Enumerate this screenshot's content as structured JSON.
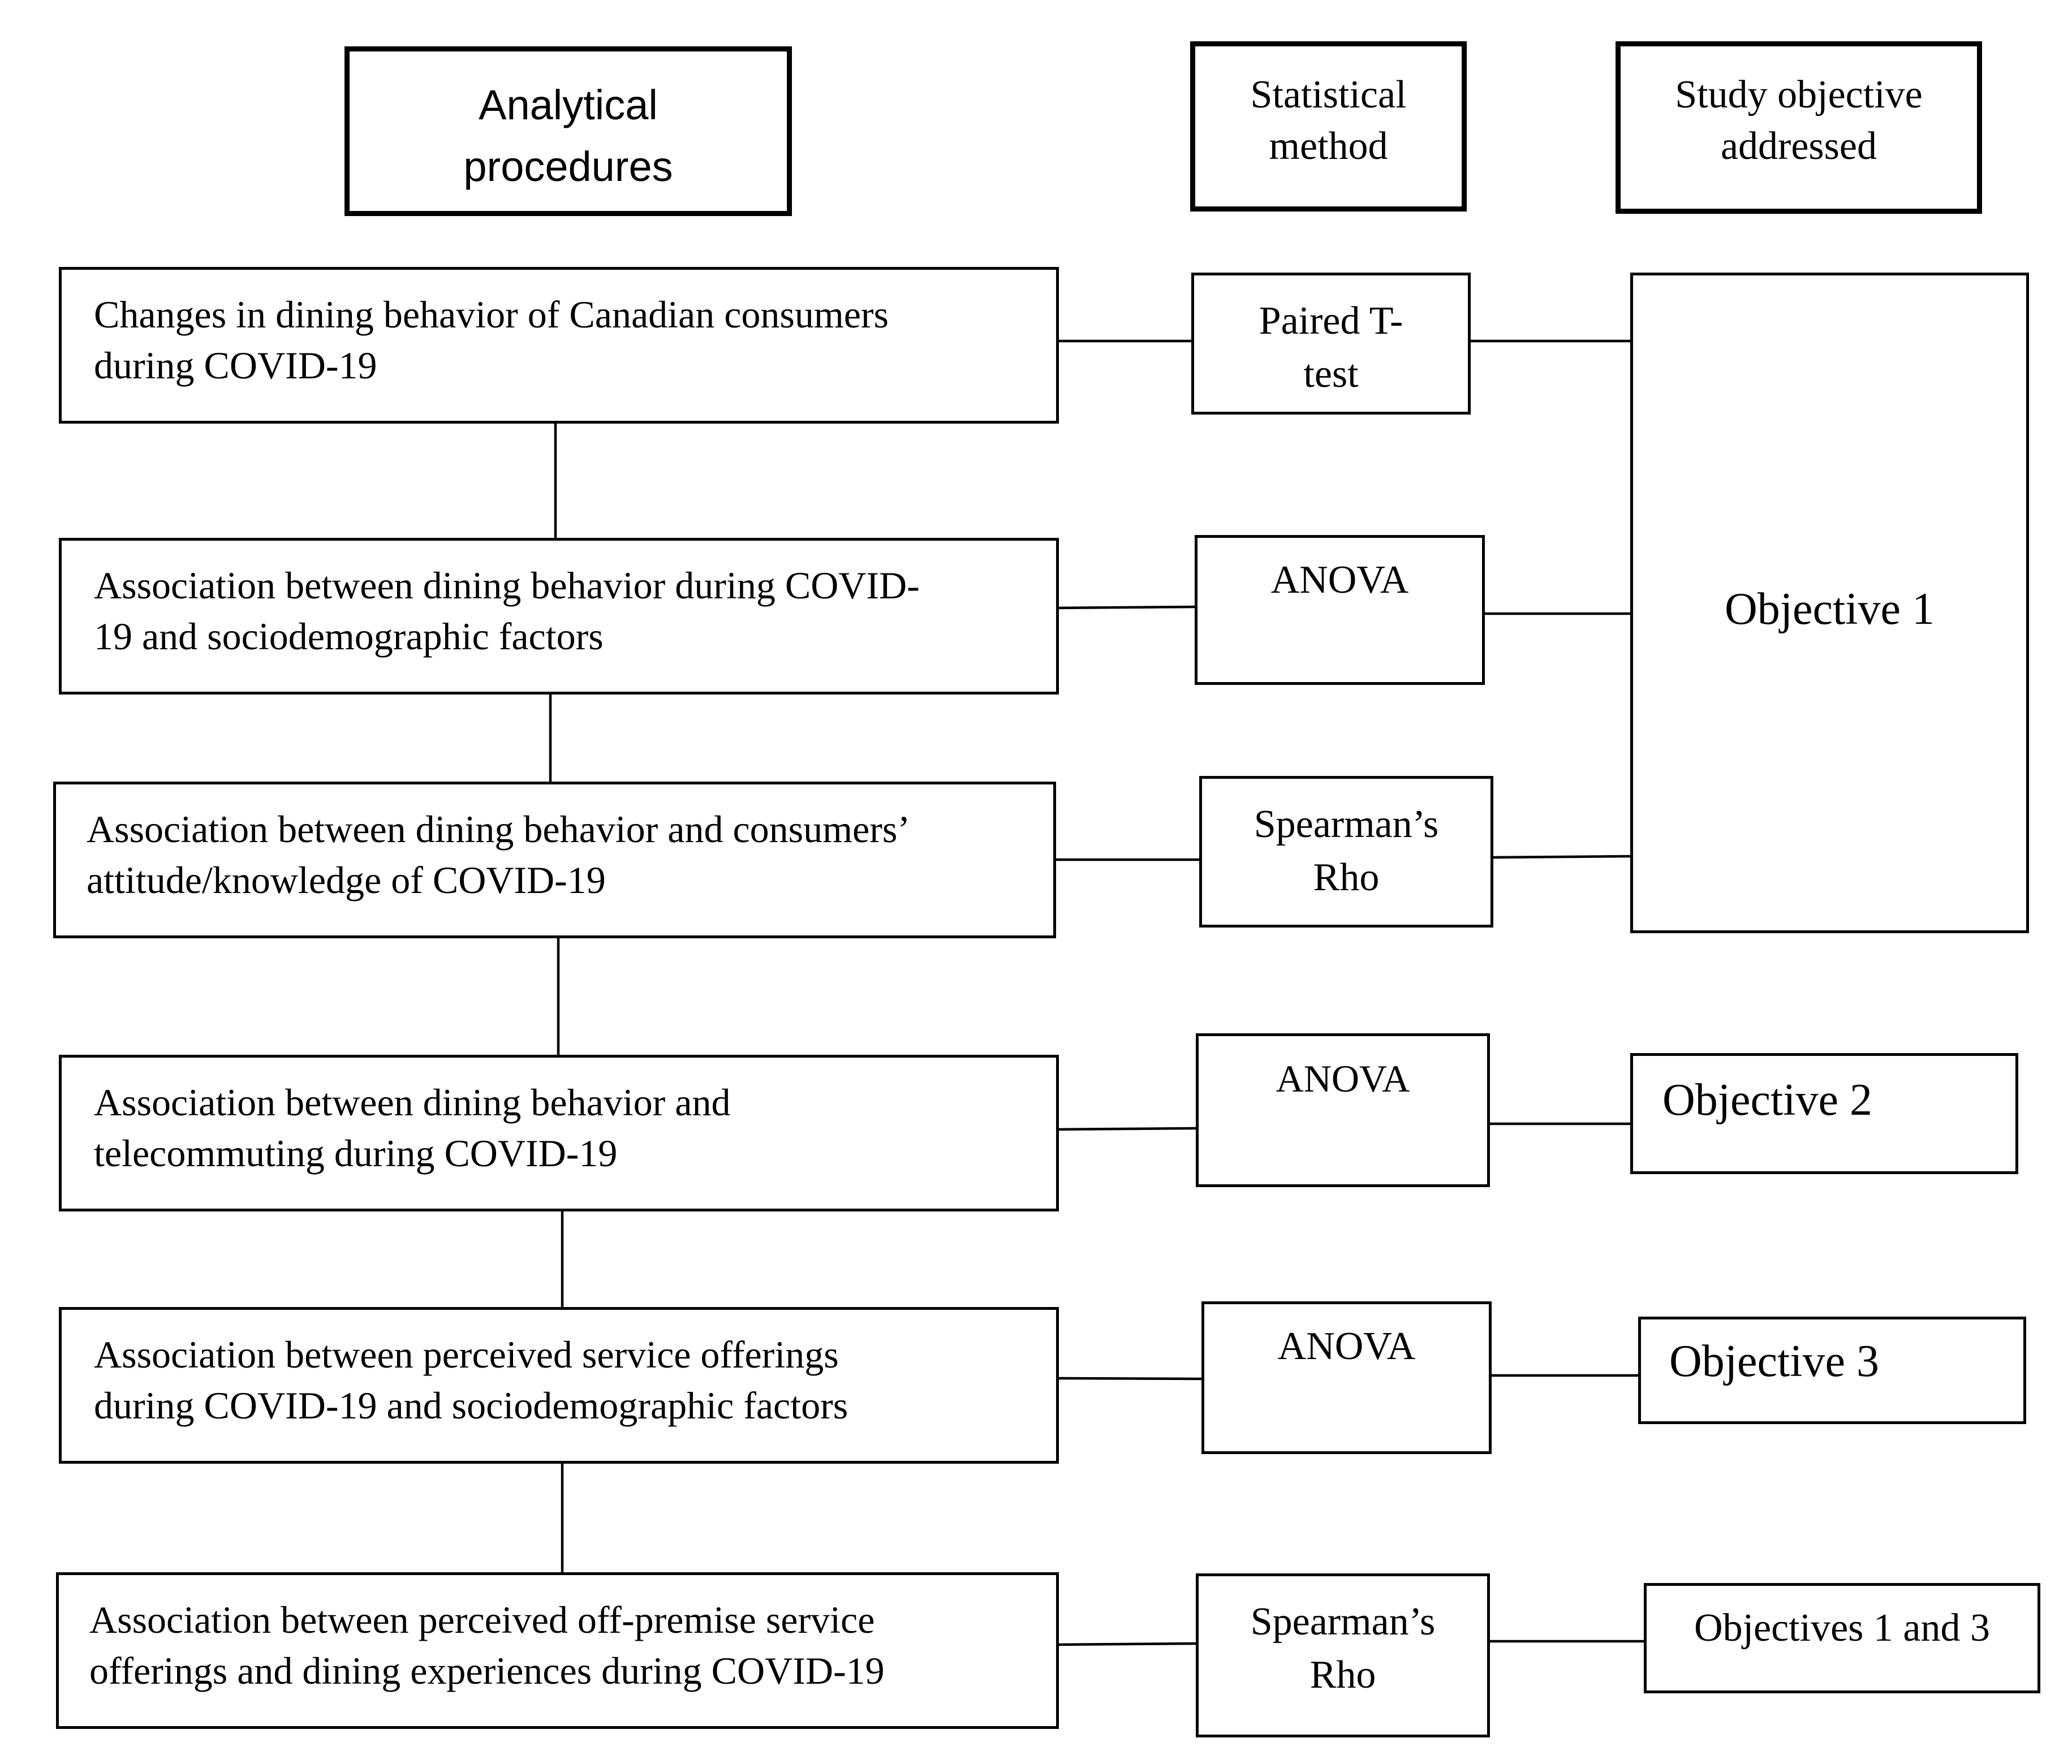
{
  "headers": {
    "procedures": [
      "Analytical",
      "procedures"
    ],
    "method": [
      "Statistical",
      "method"
    ],
    "objective": [
      "Study objective",
      "addressed"
    ]
  },
  "procedures": [
    [
      "Changes in dining behavior of Canadian consumers",
      "during COVID-19"
    ],
    [
      "Association between dining behavior during COVID-",
      "19 and sociodemographic factors"
    ],
    [
      "Association between dining behavior and consumers’",
      "attitude/knowledge of COVID-19"
    ],
    [
      "Association between dining behavior and",
      "telecommuting during COVID-19"
    ],
    [
      "Association between perceived service offerings",
      "during COVID-19 and sociodemographic factors"
    ],
    [
      "Association between perceived off-premise service",
      "offerings and dining experiences during COVID-19"
    ]
  ],
  "methods": [
    [
      "Paired T-",
      "test"
    ],
    [
      "ANOVA"
    ],
    [
      "Spearman’s",
      "Rho"
    ],
    [
      "ANOVA"
    ],
    [
      "ANOVA"
    ],
    [
      "Spearman’s",
      "Rho"
    ]
  ],
  "objectives": {
    "objective_1": "Objective 1",
    "objective_2": "Objective 2",
    "objective_3": "Objective 3",
    "objectives_1_and_3": "Objectives 1 and 3"
  }
}
